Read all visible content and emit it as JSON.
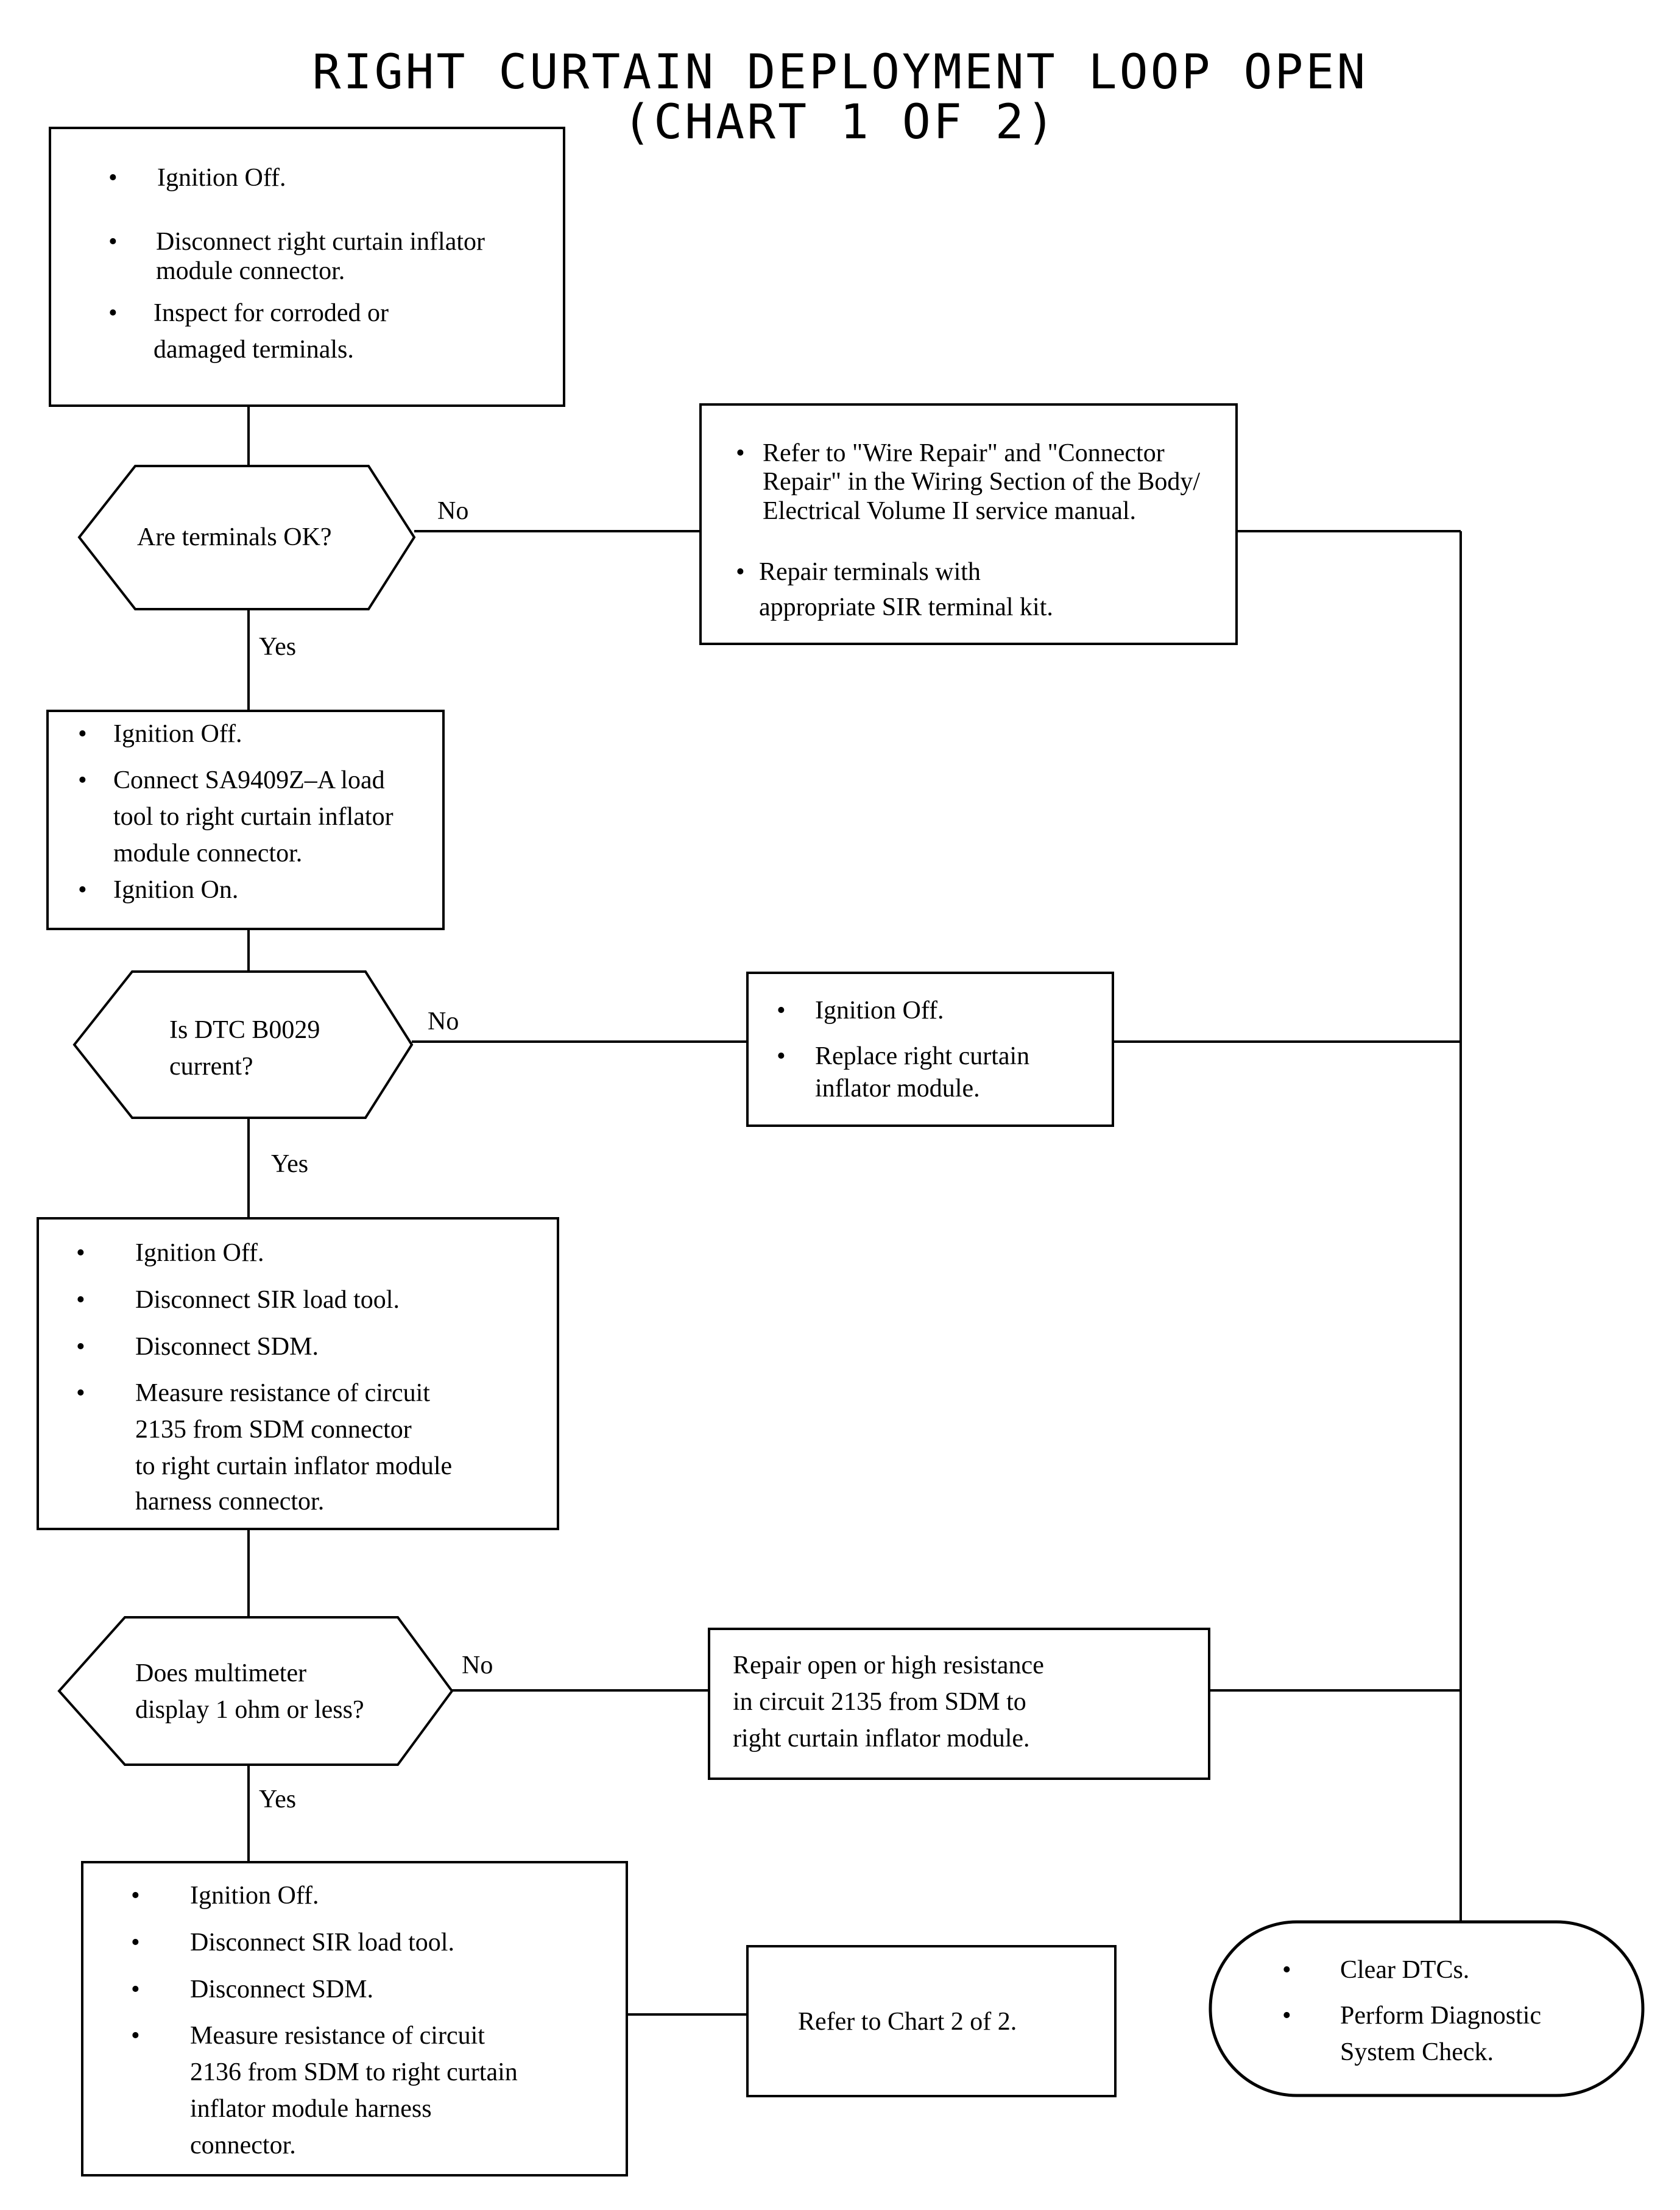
{
  "title": {
    "line1": "RIGHT CURTAIN DEPLOYMENT LOOP OPEN",
    "line2": "(CHART 1 OF 2)"
  },
  "bullet": "•",
  "box1": {
    "items": [
      "Ignition Off.",
      "Disconnect right curtain inflator",
      "module connector.",
      "Inspect for corroded or",
      "damaged terminals."
    ]
  },
  "decision1": {
    "lines": [
      "Are terminals OK?"
    ],
    "no": "No",
    "yes": "Yes"
  },
  "repair1": {
    "items": [
      "Refer to \"Wire Repair\" and \"Connector",
      "Repair\" in the Wiring Section of the Body/",
      "Electrical Volume II service manual.",
      "Repair terminals with",
      "appropriate SIR terminal kit."
    ]
  },
  "box2": {
    "items": [
      "Ignition Off.",
      "Connect SA9409Z–A load",
      "tool to right curtain inflator",
      "module connector.",
      "Ignition On."
    ]
  },
  "decision2": {
    "lines": [
      "Is DTC B0029",
      "current?"
    ],
    "no": "No",
    "yes": "Yes"
  },
  "repair2": {
    "items": [
      "Ignition Off.",
      "Replace right curtain",
      "inflator module."
    ]
  },
  "box3": {
    "items": [
      "Ignition Off.",
      "Disconnect SIR load tool.",
      "Disconnect SDM.",
      "Measure resistance of circuit",
      "2135 from SDM connector",
      "to right curtain inflator module",
      "harness connector."
    ]
  },
  "decision3": {
    "lines": [
      "Does multimeter",
      "display 1 ohm or less?"
    ],
    "no": "No",
    "yes": "Yes"
  },
  "repair3": {
    "lines": [
      "Repair open or high resistance",
      "in circuit 2135 from SDM to",
      "right curtain inflator module."
    ]
  },
  "box4": {
    "items": [
      "Ignition Off.",
      "Disconnect SIR load tool.",
      "Disconnect SDM.",
      "Measure resistance of circuit",
      "2136 from SDM to right curtain",
      "inflator module harness",
      "connector."
    ]
  },
  "refer": {
    "text": "Refer to Chart 2 of 2."
  },
  "terminal": {
    "items": [
      "Clear DTCs.",
      "Perform Diagnostic",
      "System Check."
    ]
  }
}
